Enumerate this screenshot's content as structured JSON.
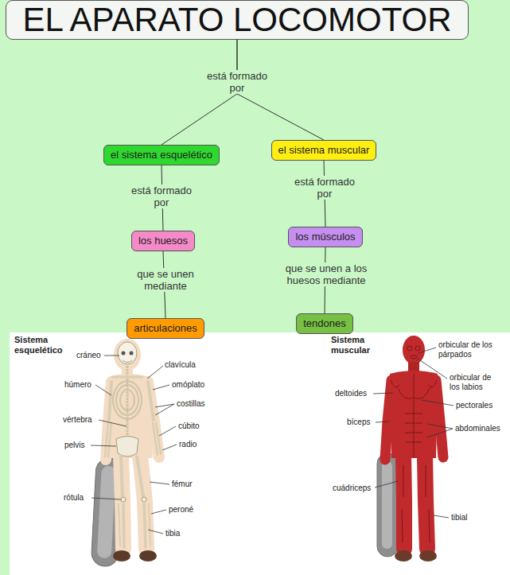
{
  "diagram": {
    "nodes": [
      {
        "text": [
          "EL APARATO LOCOMOTOR"
        ]
      },
      {
        "text": [
          "el sistema esquelético"
        ]
      },
      {
        "text": [
          "el sistema muscular"
        ]
      },
      {
        "text": [
          "los huesos"
        ]
      },
      {
        "text": [
          "los músculos"
        ]
      },
      {
        "text": [
          "articulaciones"
        ]
      },
      {
        "text": [
          "tendones"
        ]
      }
    ],
    "edges": [
      {
        "from": 0,
        "to": 1,
        "label": "está formado por",
        "arrow": "none"
      },
      {
        "from": 0,
        "to": 2,
        "arrow": "none"
      },
      {
        "from": 1,
        "to": 3,
        "label": "está formado por",
        "arrow": "none"
      },
      {
        "from": 3,
        "to": 5,
        "label": "que se unen mediante",
        "arrow": "none"
      },
      {
        "from": 2,
        "to": 4,
        "label": "está formado por",
        "arrow": "none"
      },
      {
        "from": 4,
        "to": 6,
        "label": "que se unen a los huesos mediante",
        "arrow": "none"
      }
    ],
    "labels": [
      "Sistema esquelético",
      "cráneo",
      "clavícula",
      "húmero",
      "omóplato",
      "costillas",
      "vértebra",
      "cúbito",
      "pelvis",
      "radio",
      "fémur",
      "rótula",
      "peroné",
      "tibia",
      "Sistema muscular",
      "orbicular de los párpados",
      "orbicular de los labios",
      "deltoides",
      "pectorales",
      "bíceps",
      "abdominales",
      "cuádriceps",
      "tibial"
    ]
  }
}
